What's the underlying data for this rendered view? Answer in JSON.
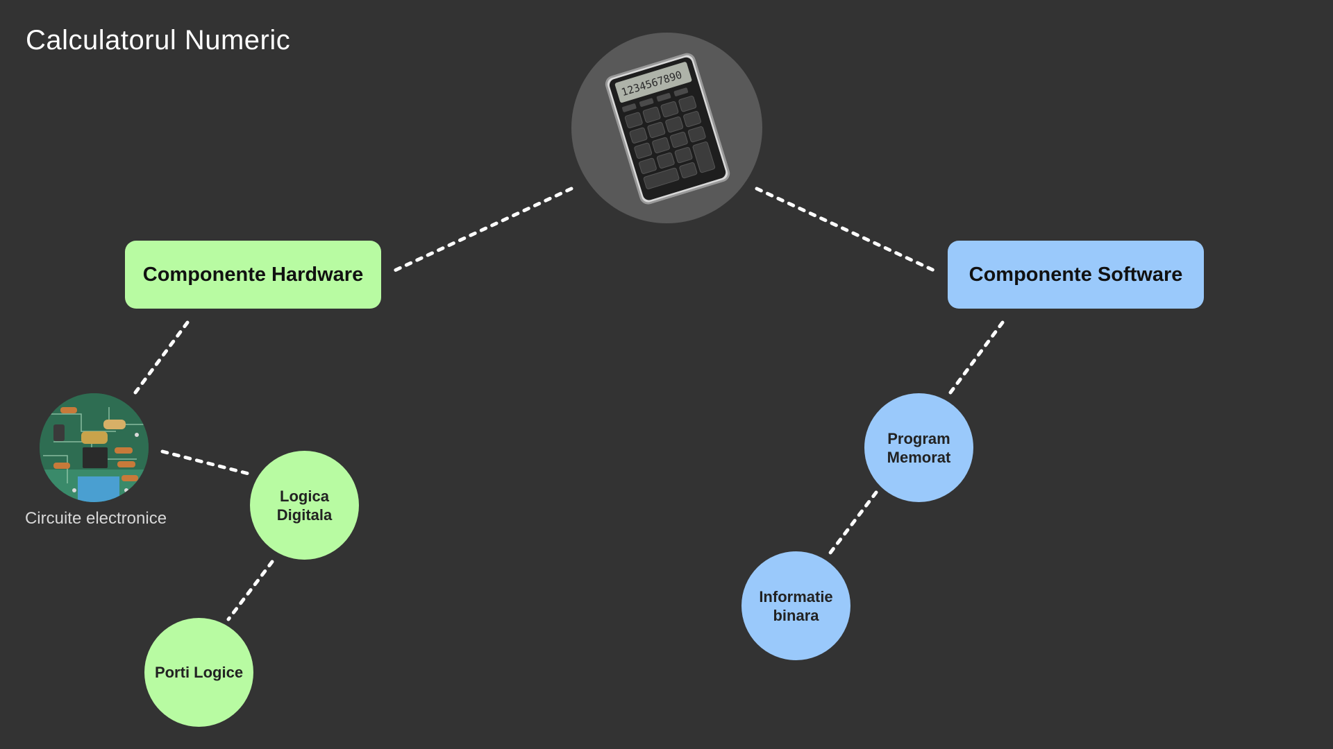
{
  "title": "Calculatorul Numeric",
  "root": {
    "icon": "calculator-icon"
  },
  "branches": {
    "hardware": {
      "label": "Componente Hardware",
      "color": "#b8fba2",
      "image": {
        "icon": "circuit-board-photo",
        "caption": "Circuite electronice"
      },
      "nodes": [
        {
          "label": "Logica Digitala"
        },
        {
          "label": "Porti Logice"
        }
      ]
    },
    "software": {
      "label": "Componente Software",
      "color": "#9ac9fb",
      "nodes": [
        {
          "label": "Program Memorat"
        },
        {
          "label": "Informatie binara"
        }
      ]
    }
  },
  "colors": {
    "background": "#333333",
    "connector": "#ffffff",
    "root_circle": "#595959"
  }
}
